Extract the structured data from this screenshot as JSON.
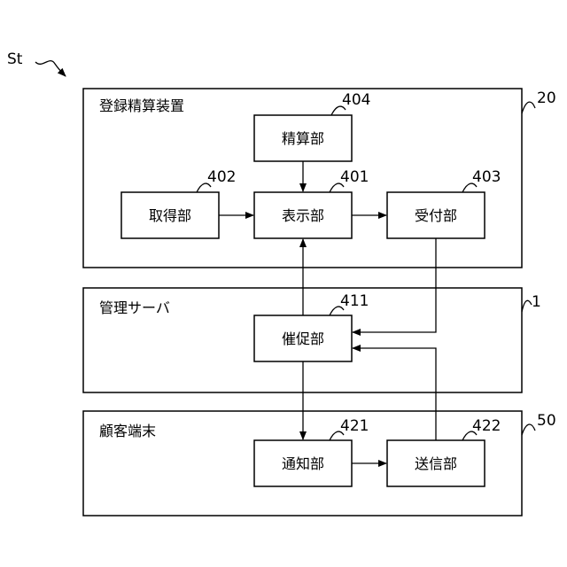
{
  "figure_label": "St",
  "sections": {
    "registration": {
      "title": "登録精算装置",
      "ref": "20"
    },
    "server": {
      "title": "管理サーバ",
      "ref": "1"
    },
    "terminal": {
      "title": "顧客端末",
      "ref": "50"
    }
  },
  "blocks": {
    "settlement": {
      "label": "精算部",
      "ref": "404"
    },
    "acquisition": {
      "label": "取得部",
      "ref": "402"
    },
    "display": {
      "label": "表示部",
      "ref": "401"
    },
    "reception": {
      "label": "受付部",
      "ref": "403"
    },
    "prompt": {
      "label": "催促部",
      "ref": "411"
    },
    "notification": {
      "label": "通知部",
      "ref": "421"
    },
    "transmission": {
      "label": "送信部",
      "ref": "422"
    }
  }
}
